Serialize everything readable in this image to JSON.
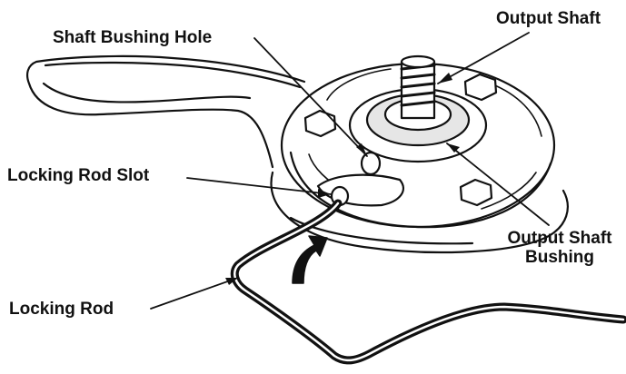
{
  "colors": {
    "ink": "#111111",
    "paper": "#ffffff",
    "light_shade": "#e6e6e6"
  },
  "labels": {
    "output_shaft": "Output Shaft",
    "shaft_bushing_hole": "Shaft Bushing Hole",
    "locking_rod_slot": "Locking Rod Slot",
    "output_shaft_bushing_line1": "Output Shaft",
    "output_shaft_bushing_line2": "Bushing",
    "locking_rod": "Locking Rod"
  },
  "icons": {
    "direction_arrow": "curved-arrow-icon"
  }
}
